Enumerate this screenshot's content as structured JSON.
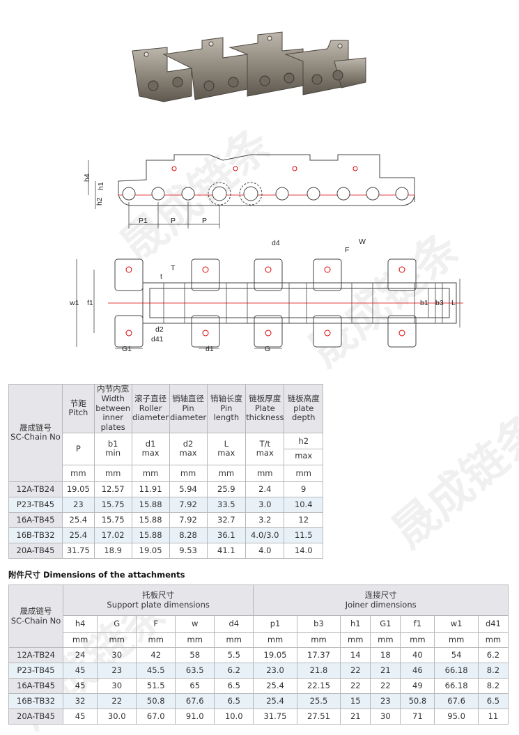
{
  "watermark": "晟成链条",
  "drawing_labels": {
    "h4": "h4",
    "h1": "h1",
    "h2": "h2",
    "P1": "P1",
    "P": "P",
    "d4": "d4",
    "W": "W",
    "F": "F",
    "T": "T",
    "t": "t",
    "w1": "w1",
    "f1": "f1",
    "b1": "b1",
    "b3": "b3",
    "L": "L",
    "d2": "d2",
    "d41": "d41",
    "G1": "G1",
    "d1": "d1",
    "G": "G"
  },
  "table1": {
    "chain_header": [
      "晟成链号",
      "SC-Chain No"
    ],
    "columns": [
      {
        "cn": "节距",
        "en": "Pitch",
        "sym": "P",
        "sub": "",
        "unit": "mm"
      },
      {
        "cn": "内节内宽",
        "en": "Width between inner plates",
        "sym": "b1",
        "sub": "min",
        "unit": "mm"
      },
      {
        "cn": "滚子直径",
        "en": "Roller diameter",
        "sym": "d1",
        "sub": "max",
        "unit": "mm"
      },
      {
        "cn": "销轴直径",
        "en": "Pin diameter",
        "sym": "d2",
        "sub": "max",
        "unit": "mm"
      },
      {
        "cn": "销轴长度",
        "en": "Pin length",
        "sym": "L",
        "sub": "max",
        "unit": "mm"
      },
      {
        "cn": "链板厚度",
        "en": "Plate thickness",
        "sym": "T/t",
        "sub": "max",
        "unit": "mm"
      },
      {
        "cn": "链板高度",
        "en": "plate depth",
        "sym": "h2",
        "sub": "max",
        "unit": "mm"
      }
    ],
    "rows": [
      {
        "name": "12A-TB24",
        "values": [
          "19.05",
          "12.57",
          "11.91",
          "5.94",
          "25.9",
          "2.4",
          "9"
        ]
      },
      {
        "name": "P23-TB45",
        "values": [
          "23",
          "15.75",
          "15.88",
          "7.92",
          "33.5",
          "3.0",
          "10.4"
        ]
      },
      {
        "name": "16A-TB45",
        "values": [
          "25.4",
          "15.75",
          "15.88",
          "7.92",
          "32.7",
          "3.2",
          "12"
        ]
      },
      {
        "name": "16B-TB32",
        "values": [
          "25.4",
          "17.02",
          "15.88",
          "8.28",
          "36.1",
          "4.0/3.0",
          "11.5"
        ]
      },
      {
        "name": "20A-TB45",
        "values": [
          "31.75",
          "18.9",
          "19.05",
          "9.53",
          "41.1",
          "4.0",
          "14.0"
        ]
      }
    ]
  },
  "section_title": "附件尺寸 Dimensions of the attachments",
  "table2": {
    "chain_header": [
      "晟成链号",
      "SC-Chain No"
    ],
    "group1": {
      "cn": "托板尺寸",
      "en": "Support plate dimensions"
    },
    "group2": {
      "cn": "连接尺寸",
      "en": "Joiner dimensions"
    },
    "columns": [
      "h4",
      "G",
      "F",
      "w",
      "d4",
      "p1",
      "b3",
      "h1",
      "G1",
      "f1",
      "w1",
      "d41"
    ],
    "unit": "mm",
    "rows": [
      {
        "name": "12A-TB24",
        "values": [
          "24",
          "30",
          "42",
          "58",
          "5.5",
          "19.05",
          "17.37",
          "14",
          "18",
          "40",
          "54",
          "6.2"
        ]
      },
      {
        "name": "P23-TB45",
        "values": [
          "45",
          "23",
          "45.5",
          "63.5",
          "6.2",
          "23.0",
          "21.8",
          "22",
          "21",
          "46",
          "66.18",
          "8.2"
        ]
      },
      {
        "name": "16A-TB45",
        "values": [
          "45",
          "30",
          "51.5",
          "65",
          "6.5",
          "25.4",
          "22.15",
          "22",
          "22",
          "49",
          "66.18",
          "8.2"
        ]
      },
      {
        "name": "16B-TB32",
        "values": [
          "32",
          "22",
          "50.8",
          "67.6",
          "6.5",
          "25.4",
          "25.5",
          "15",
          "23",
          "50.8",
          "67.6",
          "6.5"
        ]
      },
      {
        "name": "20A-TB45",
        "values": [
          "45",
          "30.0",
          "67.0",
          "91.0",
          "10.0",
          "31.75",
          "27.51",
          "21",
          "30",
          "71",
          "95.0",
          "11"
        ]
      }
    ]
  }
}
